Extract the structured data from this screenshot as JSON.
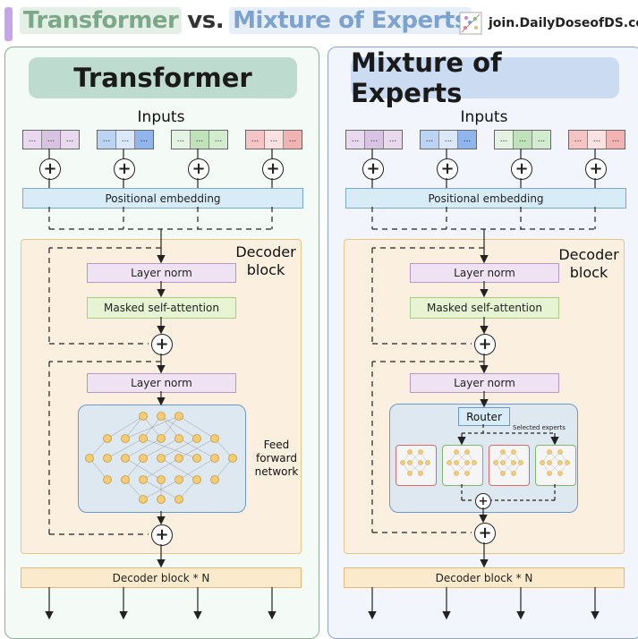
{
  "header": {
    "title_part1": "Transformer",
    "title_vs": "vs.",
    "title_part2": "Mixture of Experts",
    "brand": "join.DailyDoseofDS.com"
  },
  "left": {
    "title": "Transformer",
    "inputs": "Inputs",
    "positional": "Positional embedding",
    "decoder_label_1": "Decoder",
    "decoder_label_2": "block",
    "layer_norm_1": "Layer norm",
    "masked_attention": "Masked self-attention",
    "layer_norm_2": "Layer norm",
    "ffn_label_1": "Feed",
    "ffn_label_2": "forward",
    "ffn_label_3": "network",
    "decoder_n": "Decoder block * N"
  },
  "right": {
    "title": "Mixture of Experts",
    "inputs": "Inputs",
    "positional": "Positional embedding",
    "decoder_label_1": "Decoder",
    "decoder_label_2": "block",
    "layer_norm_1": "Layer norm",
    "masked_attention": "Masked self-attention",
    "layer_norm_2": "Layer norm",
    "router": "Router",
    "selected_experts": "Selected experts",
    "decoder_n": "Decoder block * N"
  },
  "token_cell": "...",
  "plus_symbol": "+",
  "colors": {
    "token_purple": "#e8d9ee",
    "token_blue": "#bcd4f3",
    "token_green": "#d3ecd0",
    "token_red": "#f6c4c4"
  }
}
